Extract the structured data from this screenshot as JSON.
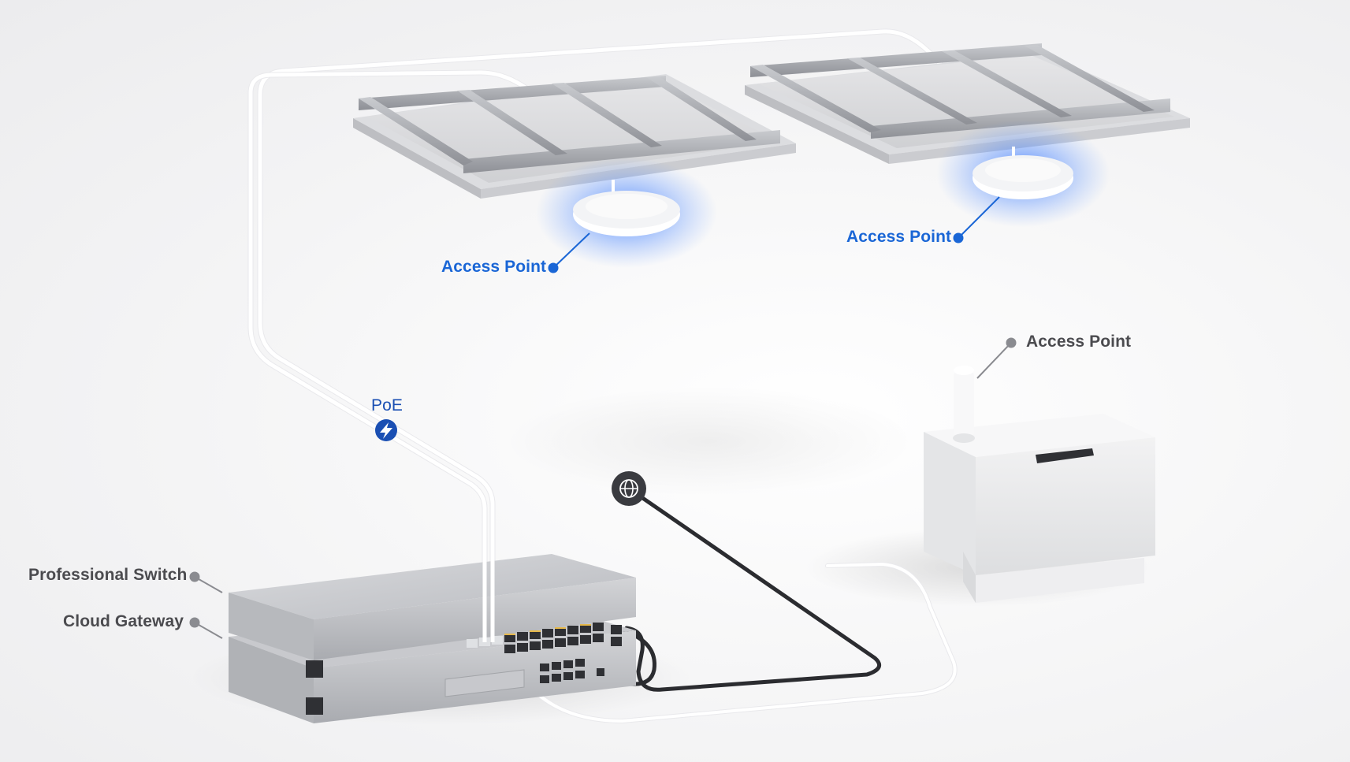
{
  "labels": {
    "access_point_1": "Access Point",
    "access_point_2": "Access Point",
    "access_point_3": "Access Point",
    "poe": "PoE",
    "professional_switch": "Professional Switch",
    "cloud_gateway": "Cloud Gateway"
  },
  "icons": {
    "poe": "lightning-bolt-icon",
    "internet": "globe-icon"
  },
  "colors": {
    "accent_blue": "#1a66d6",
    "poe_blue": "#1a4fb3",
    "label_gray": "#4b4b4f",
    "ap_glow": "#3d7cff"
  }
}
